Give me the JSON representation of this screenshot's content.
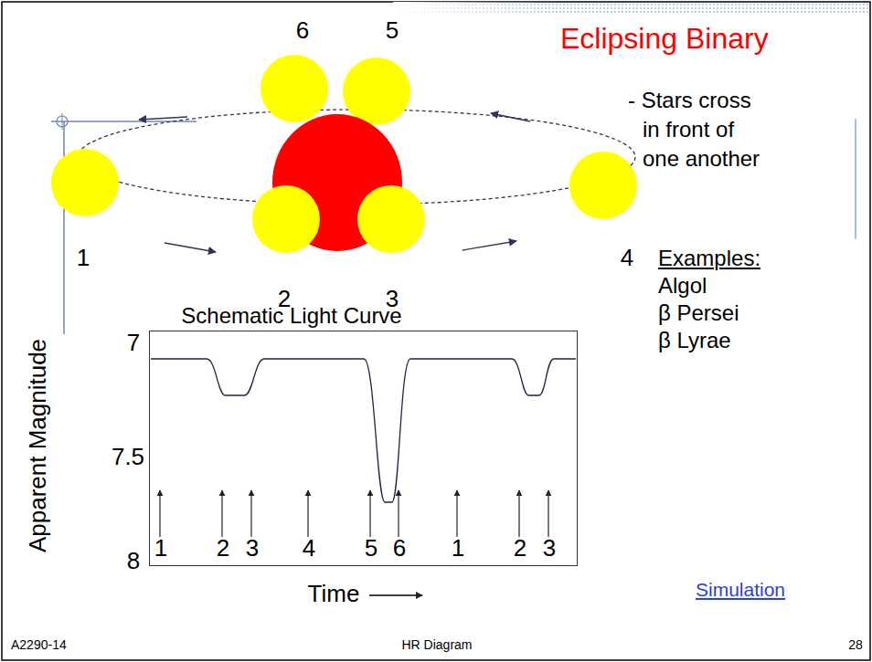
{
  "diagram": {
    "title": "Eclipsing Binary",
    "nodes": [
      {
        "text": [
          "Schematic Light Curve",
          "1",
          "2",
          "3",
          "4",
          "5",
          "6",
          "1",
          "2",
          "3"
        ]
      }
    ],
    "labels": [
      "- Stars cross in front of one another",
      "6",
      "5",
      "1",
      "4",
      "2",
      "3",
      "Examples:",
      "Algol",
      "β Persei",
      "β Lyrae",
      "Apparent Magnitude",
      "7",
      "7.5",
      "8",
      "Time",
      "Simulation",
      "A2290-14",
      "HR Diagram",
      "28"
    ]
  }
}
